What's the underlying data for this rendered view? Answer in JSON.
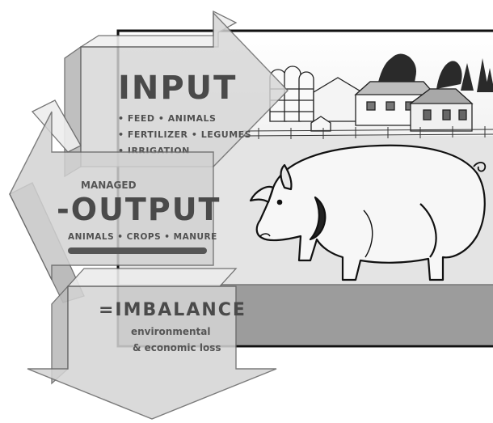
{
  "input": {
    "title": "INPUT",
    "line1": "• FEED • ANIMALS",
    "line2": "• FERTILIZER • LEGUMES",
    "line3": "• IRRIGATION"
  },
  "output": {
    "prefix": "MANAGED",
    "title": "-OUTPUT",
    "items": "ANIMALS • CROPS • MANURE"
  },
  "imbalance": {
    "title": "=IMBALANCE",
    "line1": "environmental",
    "line2": "& economic loss"
  },
  "colors": {
    "arrow_face": "#d9d9d9",
    "arrow_side": "#bdbdbd",
    "text": "#4a4a4a",
    "frame_bg": "#e6e6e6",
    "ground": "#9a9a9a"
  }
}
